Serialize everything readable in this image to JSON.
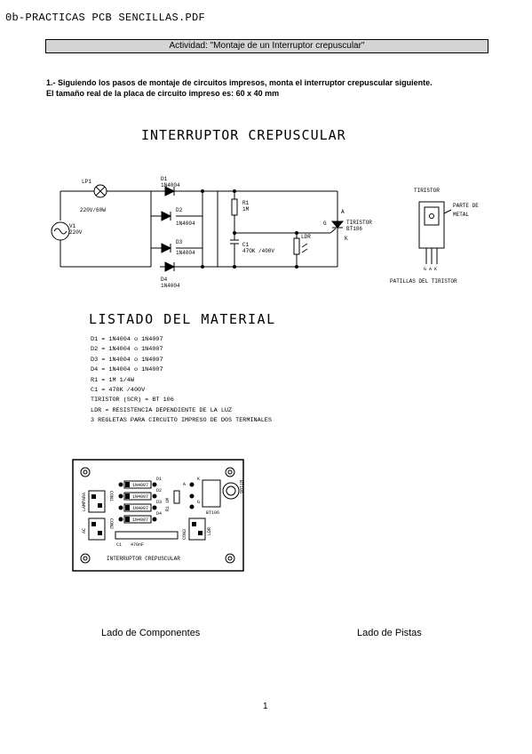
{
  "document": {
    "header": "0b-PRACTICAS PCB SENCILLAS.PDF",
    "activity": "Actividad: \"Montaje de un Interruptor crepuscular\"",
    "instruction": "1.- Siguiendo los pasos de montaje de circuitos impresos, monta el interruptor crepuscular siguiente.",
    "board_size": "El tamaño real de la placa de circuito impreso es: 60 x 40 mm",
    "page_number": "1"
  },
  "circuit": {
    "title": "INTERRUPTOR CREPUSCULAR",
    "lamp_ref": "LP1",
    "lamp_value": "220V/60W",
    "source_ref": "V1",
    "source_value": "220V",
    "d1_ref": "D1",
    "d1_value": "1N4004",
    "d2_ref": "D2",
    "d2_value": "1N4004",
    "d3_ref": "D3",
    "d3_value": "1N4004",
    "d4_ref": "D4",
    "d4_value": "1N4004",
    "r1_ref": "R1",
    "r1_value": "1M",
    "c1_ref": "C1",
    "c1_value": "47OK /400V",
    "ldr": "LDR",
    "scr_name": "TIRISTOR",
    "scr_model": "BT106",
    "pin_a": "A",
    "pin_g": "G",
    "pin_k": "K"
  },
  "thyristor": {
    "title": "TIRISTOR",
    "metal_part_1": "PARTE DE",
    "metal_part_2": "METAL",
    "pins": "G A K",
    "caption": "PATILLAS DEL TIRISTOR"
  },
  "materials": {
    "title": "LISTADO DEL MATERIAL",
    "items": [
      "D1 = 1N4004 o 1N4007",
      "D2 = 1N4004 o 1N4007",
      "D3 = 1N4004 o 1N4007",
      "D4 = 1N4004 o 1N4007",
      "R1 = 1M 1/4W",
      "C1 = 470K /400V",
      "TIRISTOR (SCR) = BT 106",
      "LDR = RESISTENCIA DEPENDIENTE DE LA LUZ",
      "3 REGLETAS PARA CIRCUITO IMPRESO DE DOS TERMINALES"
    ]
  },
  "pcb": {
    "title": "INTERRUPTOR CREPUSCULAR",
    "lampara": "LAMPARA",
    "con1": "CON1",
    "ac": "AC",
    "con2": "CON2",
    "con3": "CON3",
    "ldr": "LDR",
    "d1": "D1",
    "d2": "D2",
    "d3": "D3",
    "d4": "D4",
    "d_part": "1N4007",
    "r1": "R1 1M",
    "c1": "C1",
    "c1_value": "470nF",
    "a": "A",
    "g": "G",
    "k": "K",
    "bt": "BT106",
    "scr_lbl": "BT106",
    "cap_left": "Lado de Componentes",
    "cap_right": "Lado de Pistas"
  }
}
